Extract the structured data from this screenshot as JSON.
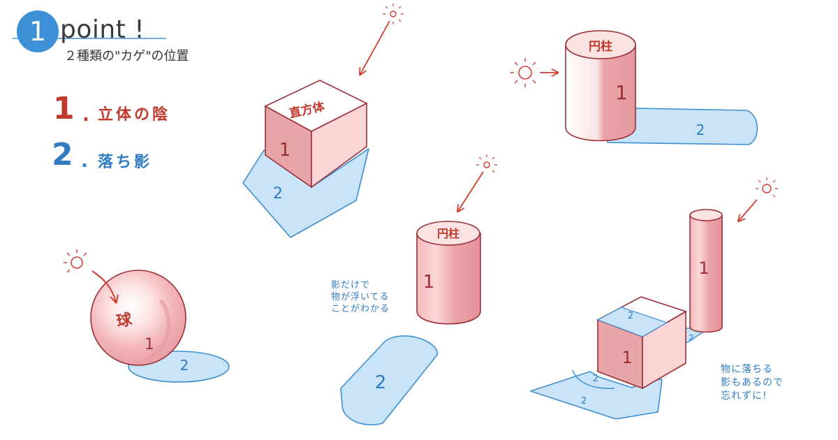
{
  "header": {
    "badge_number": "1",
    "title": "point !",
    "subtitle": "２種類の\"カゲ\"の位置"
  },
  "legend": [
    {
      "number": "1",
      "dot": ".",
      "label": "立体の陰"
    },
    {
      "number": "2",
      "dot": ".",
      "label": "落ち影"
    }
  ],
  "labels": {
    "cube_top": "直方体",
    "cylinder_top": "円柱",
    "sphere": "球",
    "shade": "1",
    "shadow": "2"
  },
  "notes": {
    "floating": "影だけで\n物が浮いてる\nことがわかる",
    "remember": "物に落ちる\n影もあるので\n忘れずに!"
  },
  "colors": {
    "accent_blue": "#3d8fd6",
    "shade_red": "#e8a5a8",
    "shadow_blue": "#c9e3f9",
    "outline_red": "#9b2f35",
    "outline_blue": "#3e8fd1",
    "sun_red": "#d23a2f"
  }
}
